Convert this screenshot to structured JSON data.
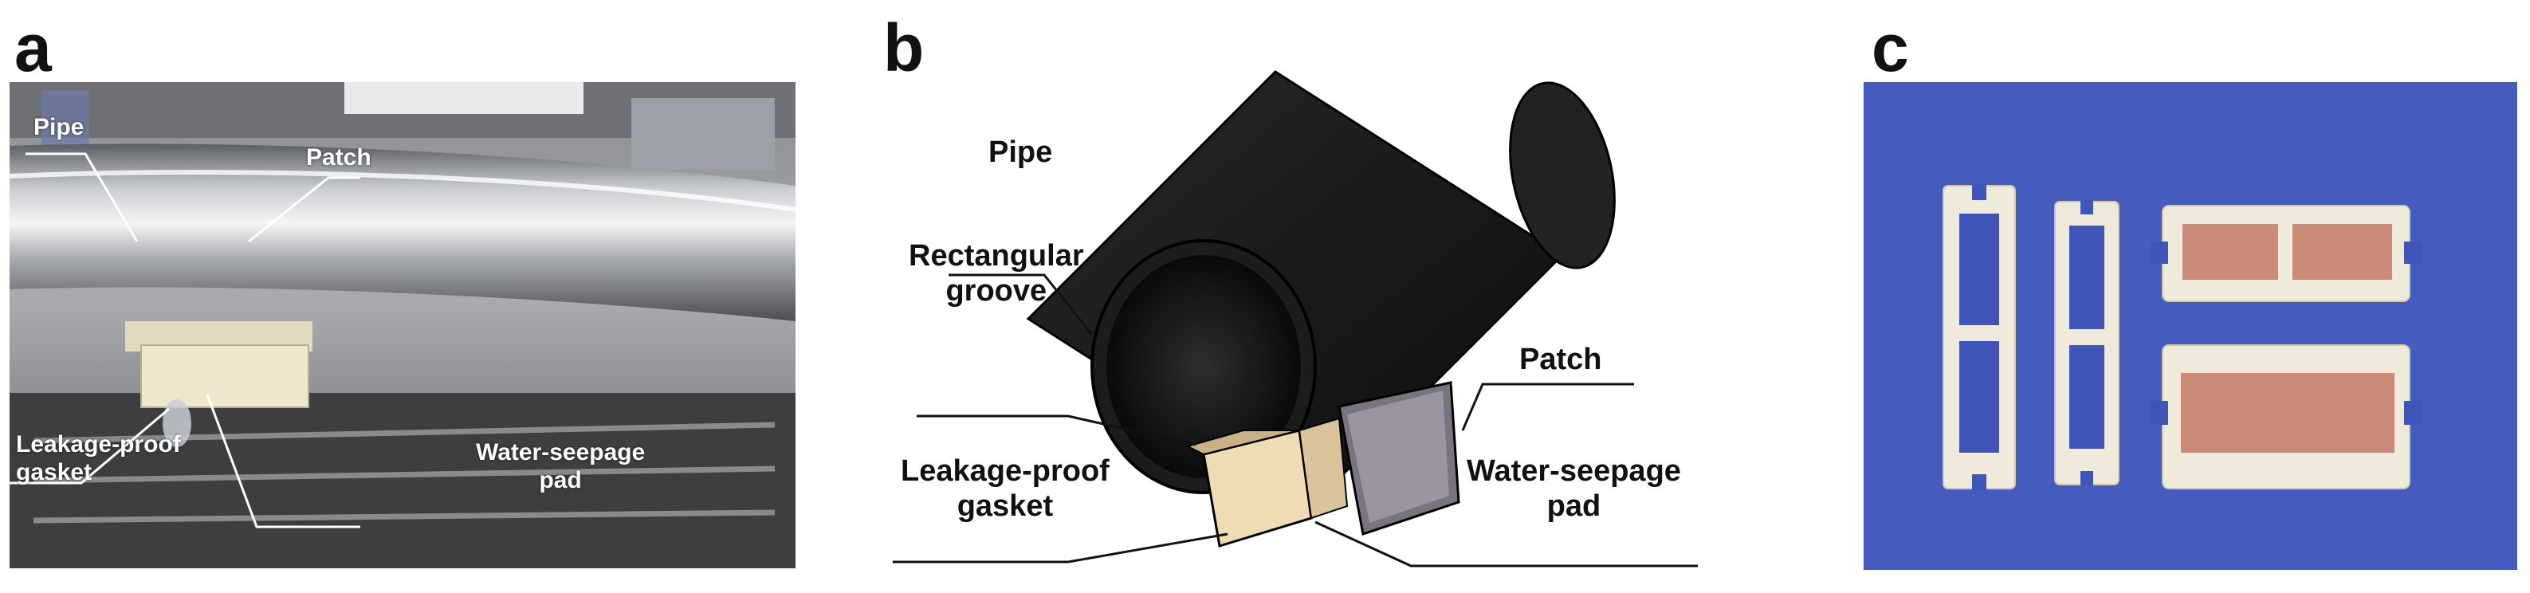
{
  "figure": {
    "panel_a": {
      "letter": "a",
      "labels": {
        "pipe": "Pipe",
        "patch": "Patch",
        "gasket_line1": "Leakage-proof",
        "gasket_line2": "gasket",
        "pad_line1": "Water-seepage",
        "pad_line2": "pad"
      }
    },
    "panel_b": {
      "letter": "b",
      "labels": {
        "pipe": "Pipe",
        "groove_line1": "Rectangular",
        "groove_line2": "groove",
        "patch": "Patch",
        "gasket_line1": "Leakage-proof",
        "gasket_line2": "gasket",
        "pad_line1": "Water-seepage",
        "pad_line2": "pad"
      }
    },
    "panel_c": {
      "letter": "c"
    }
  },
  "colors": {
    "pipe_black": "#1a1a1a",
    "gasket": "#f0dcb4",
    "patch_gray": "#7a7480",
    "photo_c_background": "#3f55b8",
    "part_ivory": "#efeadb",
    "pad_pink": "#c98a78"
  }
}
